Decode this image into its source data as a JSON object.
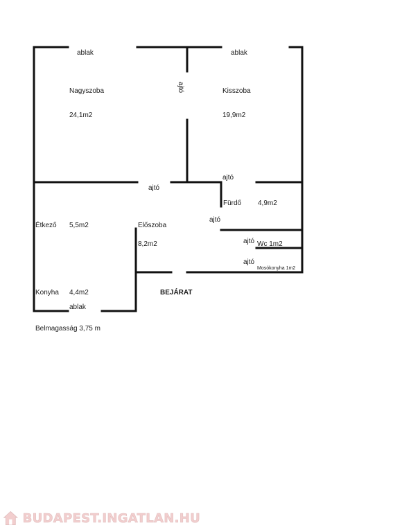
{
  "plan": {
    "window_top_left": "ablak",
    "window_top_right": "ablak",
    "window_bottom": "ablak",
    "door_vertical": "ajtó",
    "door_hall": "ajtó",
    "door_bath_top": "ajtó",
    "door_hall_right": "ajtó",
    "door_wc": "ajtó",
    "door_laundry": "ajtó",
    "rooms": {
      "nagyszoba": {
        "name": "Nagyszoba",
        "area": "24,1m2"
      },
      "kisszoba": {
        "name": "Kisszoba",
        "area": "19,9m2"
      },
      "furdo": {
        "name": "Fürdő",
        "area": "4,9m2"
      },
      "etkezo": {
        "name": "Étkező",
        "area": "5,5m2"
      },
      "eloszoba": {
        "name": "Előszoba",
        "area": "8,2m2"
      },
      "wc": {
        "name": "Wc 1m2"
      },
      "mosokonyha": {
        "name": "Mosókonyha 1m2"
      },
      "konyha": {
        "name": "Konyha",
        "area": "4,4m2"
      }
    },
    "entrance": "BEJÁRAT",
    "ceiling_height": "Belmagasság 3,75 m"
  },
  "watermark": {
    "text": "BUDAPEST.INGATLAN.HU",
    "color": "#e9a7a7"
  }
}
